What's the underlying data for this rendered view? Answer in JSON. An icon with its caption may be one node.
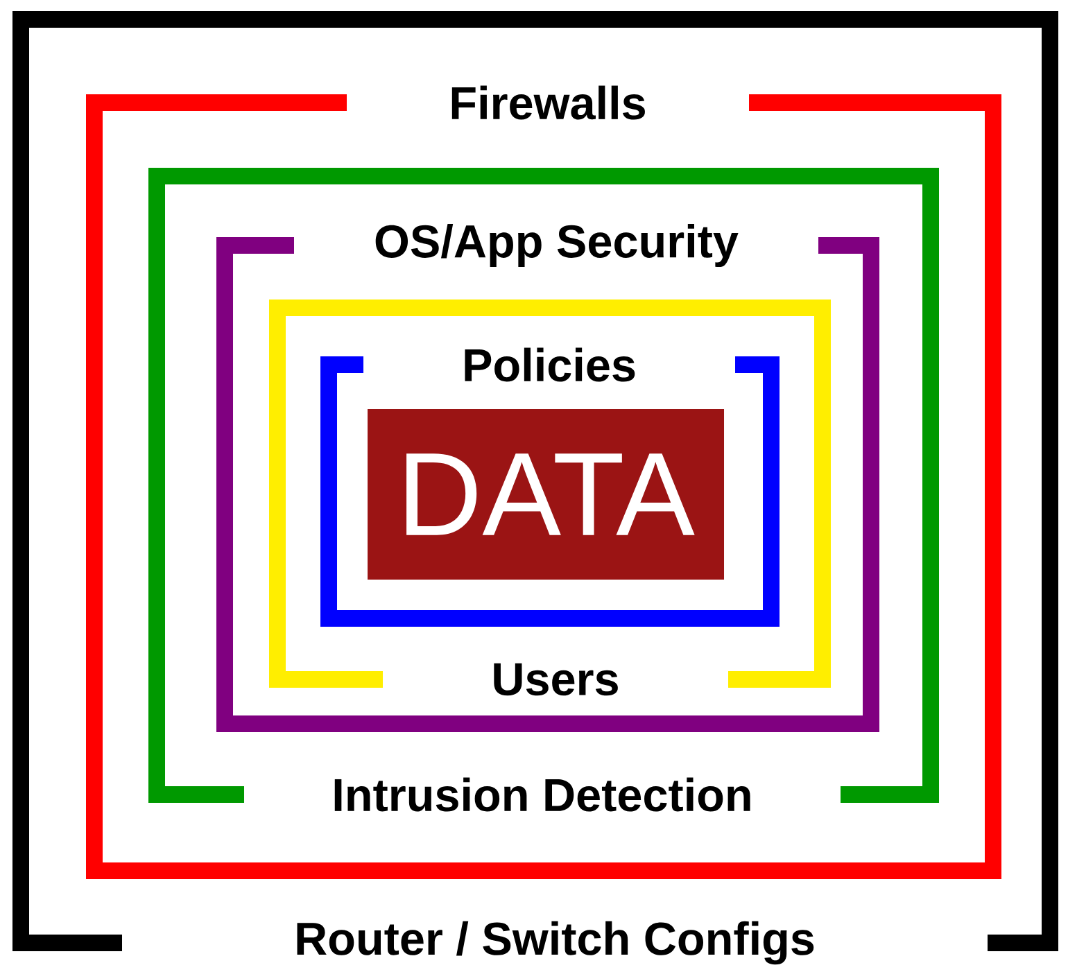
{
  "diagram": {
    "nodes": [
      {
        "text": [
          "Router / Switch Configs"
        ]
      },
      {
        "text": [
          "Firewalls"
        ],
        "in": 0
      },
      {
        "text": [
          "Intrusion Detection"
        ],
        "in": 1
      },
      {
        "text": [
          "OS/App Security"
        ],
        "in": 2
      },
      {
        "text": [
          "Users"
        ],
        "in": 3
      },
      {
        "text": [
          "Policies"
        ],
        "in": 4
      },
      {
        "text": [
          "DATA"
        ],
        "in": 5
      }
    ]
  }
}
